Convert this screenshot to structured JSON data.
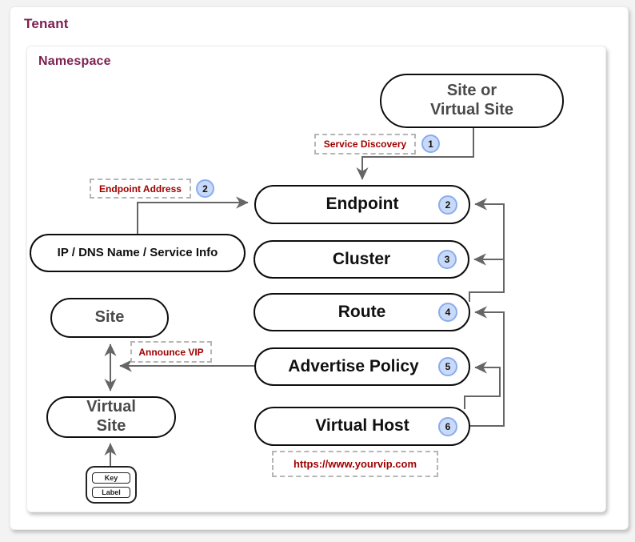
{
  "tenant": {
    "label": "Tenant"
  },
  "namespace": {
    "label": "Namespace"
  },
  "nodes": {
    "site_or_virtual_site": {
      "line1": "Site or",
      "line2": "Virtual Site"
    },
    "endpoint": {
      "label": "Endpoint",
      "badge": "2"
    },
    "cluster": {
      "label": "Cluster",
      "badge": "3"
    },
    "route": {
      "label": "Route",
      "badge": "4"
    },
    "advertise_policy": {
      "label": "Advertise Policy",
      "badge": "5"
    },
    "virtual_host": {
      "label": "Virtual Host",
      "badge": "6"
    },
    "ip_dns_service": {
      "label": "IP / DNS Name / Service Info"
    },
    "site": {
      "label": "Site"
    },
    "virtual_site": {
      "line1": "Virtual",
      "line2": "Site"
    }
  },
  "annotations": {
    "service_discovery": {
      "label": "Service Discovery",
      "badge": "1"
    },
    "endpoint_address": {
      "label": "Endpoint Address",
      "badge": "2"
    },
    "announce_vip": {
      "label": "Announce VIP"
    },
    "vip_url": {
      "label": "https://www.yourvip.com"
    }
  },
  "legend": {
    "key": "Key",
    "label": "Label"
  },
  "colors": {
    "heading": "#7d2150",
    "annotation_text": "#a00000",
    "badge_fill": "#c9daf8",
    "badge_border": "#8aadee",
    "connector": "#666666",
    "node_border": "#0d0d0d",
    "muted_node_text": "#4a4a4a"
  }
}
